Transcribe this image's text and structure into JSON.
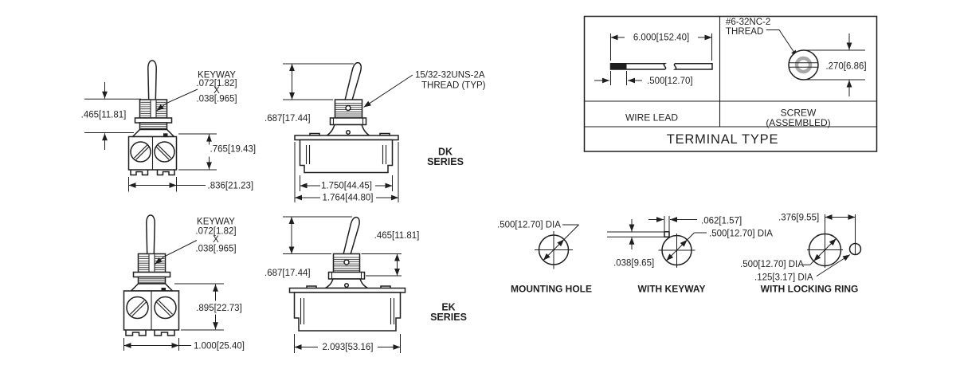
{
  "colors": {
    "line": "#1f1f1f",
    "background": "#ffffff",
    "screw_shade": "#a8a8a8"
  },
  "dk_front": {
    "keyway1": "KEYWAY",
    "keyway2": ".072[1.82]",
    "keyway3": "X",
    "keyway4": ".038[.965]",
    "dim_bushing": ".465[11.81]",
    "dim_height": ".765[19.43]",
    "dim_width": ".836[21.23]"
  },
  "dk_side": {
    "thread1": "15/32-32UNS-2A",
    "thread2": "THREAD (TYP)",
    "dim_lever": ".687[17.44]",
    "series1": "DK",
    "series2": "SERIES",
    "dim_body": "1.750[44.45]",
    "dim_overall": "1.764[44.80]"
  },
  "ek_front": {
    "keyway1": "KEYWAY",
    "keyway2": ".072[1.82]",
    "keyway3": "X",
    "keyway4": ".038[.965]",
    "dim_height": ".895[22.73]",
    "dim_width": "1.000[25.40]"
  },
  "ek_side": {
    "dim_lever": ".687[17.44]",
    "dim_bushing": ".465[11.81]",
    "series1": "EK",
    "series2": "SERIES",
    "dim_overall": "2.093[53.16]"
  },
  "terminal_table": {
    "title": "TERMINAL TYPE",
    "wire_label": "WIRE LEAD",
    "wire_dim_length": "6.000[152.40]",
    "wire_dim_strip": ".500[12.70]",
    "screw_label1": "SCREW",
    "screw_label2": "(ASSEMBLED)",
    "screw_thread1": "#6-32NC-2",
    "screw_thread2": "THREAD",
    "screw_dim": ".270[6.86]"
  },
  "mounting_hole": {
    "dim_dia": ".500[12.70] DIA",
    "caption": "MOUNTING HOLE"
  },
  "with_keyway": {
    "dim_width": ".062[1.57]",
    "dim_dia": ".500[12.70] DIA",
    "dim_depth": ".038[9.65]",
    "caption": "WITH KEYWAY"
  },
  "with_locking_ring": {
    "dim_center": ".376[9.55]",
    "dim_dia": ".500[12.70] DIA",
    "dim_ring": ".125[3.17] DIA",
    "caption": "WITH LOCKING RING"
  }
}
